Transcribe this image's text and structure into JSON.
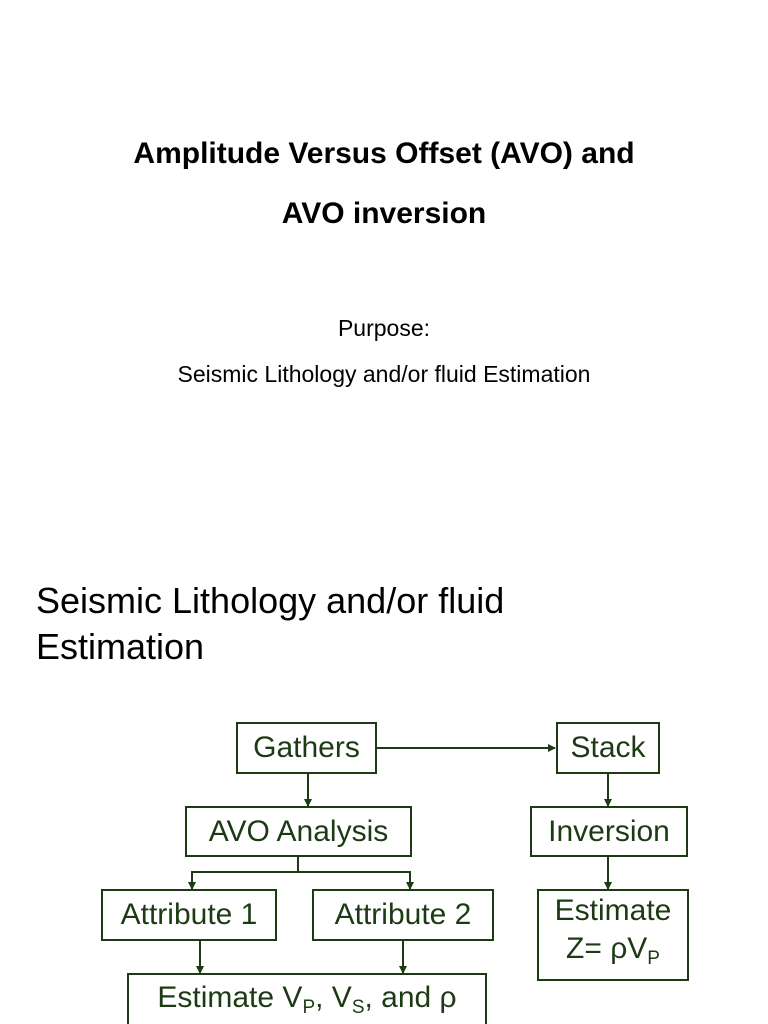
{
  "slide1": {
    "title_line1": "Amplitude Versus Offset (AVO) and",
    "title_line2": "AVO inversion",
    "purpose_label": "Purpose:",
    "purpose_text": "Seismic Lithology and/or fluid Estimation"
  },
  "slide2": {
    "title_line1": "Seismic Lithology and/or fluid",
    "title_line2": "Estimation"
  },
  "diagram": {
    "color": "#1c3b14",
    "gathers": "Gathers",
    "stack": "Stack",
    "avo_analysis": "AVO Analysis",
    "inversion": "Inversion",
    "attribute1": "Attribute 1",
    "attribute2": "Attribute 2",
    "estimate_z_line1": "Estimate",
    "estimate_z_prefix": "Z= ρV",
    "estimate_z_sub": "P",
    "estimate_v_prefix": "Estimate V",
    "estimate_v_sub1": "P",
    "estimate_v_mid": ", V",
    "estimate_v_sub2": "S",
    "estimate_v_suffix": ", and ρ"
  }
}
